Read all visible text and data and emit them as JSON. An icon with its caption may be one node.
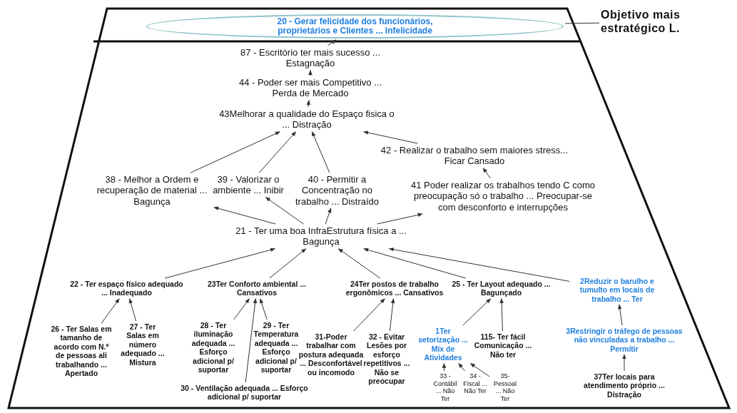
{
  "diagram": {
    "nodes": [
      {
        "text": [
          "Objetivo mais estratégico L."
        ]
      },
      {
        "text": [
          "20 - Gerar felicidade dos funcionários, proprietários e Clientes ... Infelicidade"
        ]
      },
      {
        "text": [
          "87 - Escritório ter mais sucesso ... Estagnação"
        ]
      },
      {
        "text": [
          "44 - Poder ser mais Competitivo ... Perda de Mercado"
        ]
      },
      {
        "text": [
          "43Melhorar a qualidade do Espaço fisica o ... Distração"
        ]
      },
      {
        "text": [
          "42 - Realizar o trabalho sem maiores stress... Ficar Cansado"
        ]
      },
      {
        "text": [
          "38 - Melhor a Ordem e recuperação de material ... Bagunça"
        ]
      },
      {
        "text": [
          "39 - Valorizar o ambiente ... Inibir"
        ]
      },
      {
        "text": [
          "40 - Permitir a Concentração no trabalho ... Distraído"
        ]
      },
      {
        "text": [
          "41 Poder realizar os trabalhos tendo C como preocupação só o trabalho ... Preocupar-se com desconforto e interrupções"
        ]
      },
      {
        "text": [
          "21 - Ter uma boa InfraEstrutura física a ... Bagunça"
        ]
      },
      {
        "text": [
          "22 - Ter espaço físico adequado ... Inadequado"
        ]
      },
      {
        "text": [
          "23Ter Conforto ambiental ... Cansativos"
        ]
      },
      {
        "text": [
          "24Ter postos de trabalho ergonômicos ... Cansativos"
        ]
      },
      {
        "text": [
          "25 - Ter Layout adequado ... Bagunçado"
        ]
      },
      {
        "text": [
          "2Reduzir o barulho e tumulto em locais de trabalho ... Ter"
        ]
      },
      {
        "text": [
          "26 - Ter Salas em tamanho de acordo com N.º de pessoas ali trabalhando ... Apertado"
        ]
      },
      {
        "text": [
          "27 - Ter Salas em número adequado ... Mistura"
        ]
      },
      {
        "text": [
          "28 - Ter iluminação adequada ... Esforço adicional p/ suportar"
        ]
      },
      {
        "text": [
          "29 - Ter Temperatura adequada ... Esforço adicional p/ suportar"
        ]
      },
      {
        "text": [
          "30 - Ventilação adequada ... Esforço adicional p/ suportar"
        ]
      },
      {
        "text": [
          "31-Poder trabalhar com postura adequada ... Desconfortável ou incomodo"
        ]
      },
      {
        "text": [
          "32 - Evitar Lesões por esforço repetitivos ... Não se preocupar"
        ]
      },
      {
        "text": [
          "1Ter setorização ... Mix de Atividades"
        ]
      },
      {
        "text": [
          "115- Ter fácil Comunicação ... Não ter"
        ]
      },
      {
        "text": [
          "3Restringir o tráfego de pessoas não vinculadas a trabalho ... Permitir"
        ]
      },
      {
        "text": [
          "33 - Contábil ... Não Ter"
        ]
      },
      {
        "text": [
          "34 - Fiscal ... Não Ter"
        ]
      },
      {
        "text": [
          "35- Pessoal ... Não Ter"
        ]
      },
      {
        "text": [
          "37Ter locais para atendimento próprio ... Distração"
        ]
      }
    ],
    "edges": [
      {
        "from": 0,
        "to": 1,
        "arrow": "none"
      },
      {
        "from": 2,
        "to": 1,
        "arrow": "to"
      },
      {
        "from": 3,
        "to": 2,
        "arrow": "to"
      },
      {
        "from": 4,
        "to": 3,
        "arrow": "to"
      },
      {
        "from": 5,
        "to": 4,
        "arrow": "to"
      },
      {
        "from": 6,
        "to": 4,
        "arrow": "to"
      },
      {
        "from": 7,
        "to": 4,
        "arrow": "to"
      },
      {
        "from": 8,
        "to": 4,
        "arrow": "to"
      },
      {
        "from": 9,
        "to": 5,
        "arrow": "to"
      },
      {
        "from": 10,
        "to": 6,
        "arrow": "to"
      },
      {
        "from": 10,
        "to": 7,
        "arrow": "to"
      },
      {
        "from": 10,
        "to": 8,
        "arrow": "to"
      },
      {
        "from": 10,
        "to": 9,
        "arrow": "to"
      },
      {
        "from": 11,
        "to": 10,
        "arrow": "to"
      },
      {
        "from": 12,
        "to": 10,
        "arrow": "to"
      },
      {
        "from": 13,
        "to": 10,
        "arrow": "to"
      },
      {
        "from": 14,
        "to": 10,
        "arrow": "to"
      },
      {
        "from": 15,
        "to": 10,
        "arrow": "to"
      },
      {
        "from": 16,
        "to": 11,
        "arrow": "to"
      },
      {
        "from": 17,
        "to": 11,
        "arrow": "to"
      },
      {
        "from": 18,
        "to": 12,
        "arrow": "to"
      },
      {
        "from": 19,
        "to": 12,
        "arrow": "to"
      },
      {
        "from": 20,
        "to": 12,
        "arrow": "to"
      },
      {
        "from": 21,
        "to": 13,
        "arrow": "to"
      },
      {
        "from": 22,
        "to": 13,
        "arrow": "to"
      },
      {
        "from": 23,
        "to": 14,
        "arrow": "to"
      },
      {
        "from": 24,
        "to": 14,
        "arrow": "to"
      },
      {
        "from": 25,
        "to": 15,
        "arrow": "to"
      },
      {
        "from": 26,
        "to": 23,
        "arrow": "to"
      },
      {
        "from": 27,
        "to": 23,
        "arrow": "to"
      },
      {
        "from": 28,
        "to": 23,
        "arrow": "to"
      },
      {
        "from": 29,
        "to": 25,
        "arrow": "to"
      }
    ]
  }
}
